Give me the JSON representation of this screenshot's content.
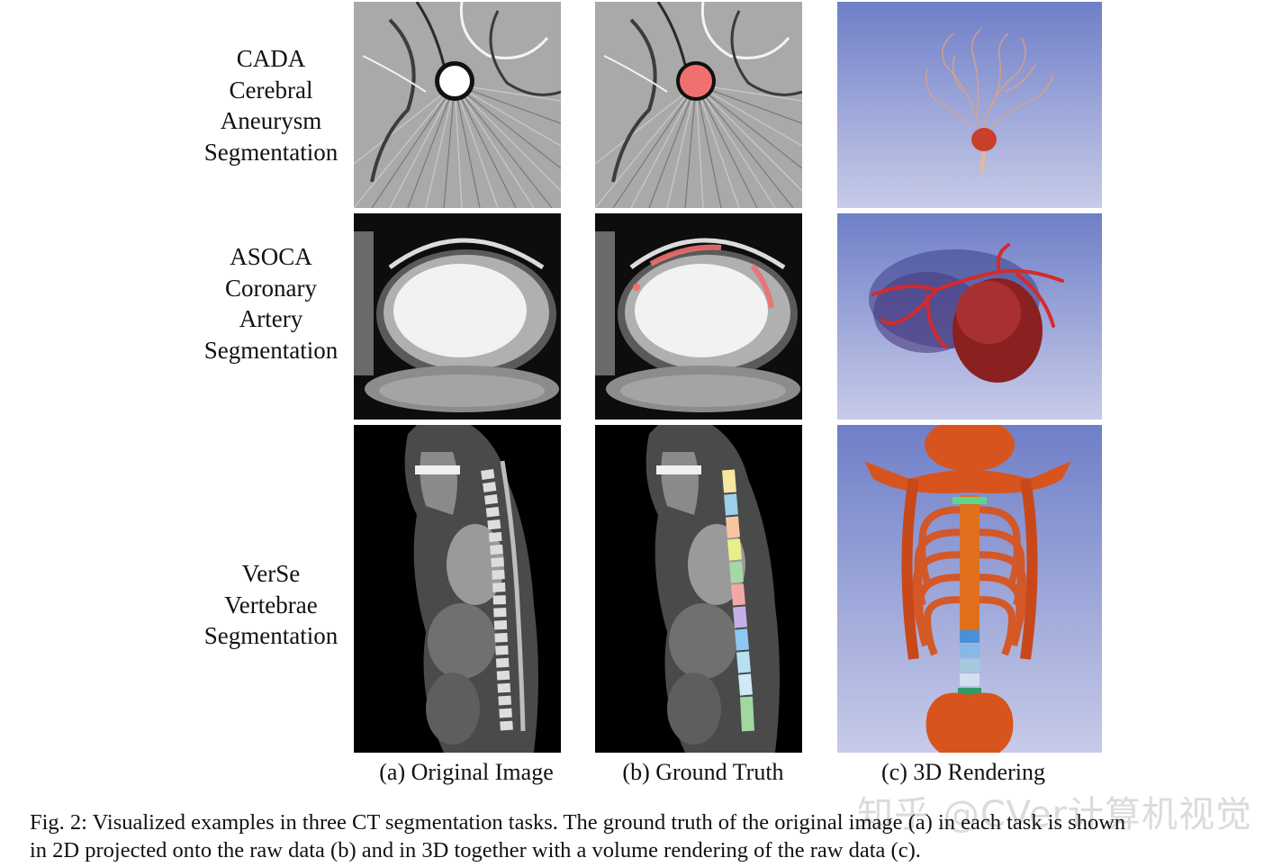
{
  "rows": [
    {
      "label_lines": [
        "CADA",
        "Cerebral",
        "Aneurysm",
        "Segmentation"
      ]
    },
    {
      "label_lines": [
        "ASOCA",
        "Coronary",
        "Artery",
        "Segmentation"
      ]
    },
    {
      "label_lines": [
        "VerSe",
        "Vertebrae",
        "Segmentation"
      ]
    }
  ],
  "columns": [
    {
      "label": "(a) Original Image"
    },
    {
      "label": "(b) Ground Truth"
    },
    {
      "label": "(c) 3D Rendering"
    }
  ],
  "caption": {
    "line1": "Fig. 2: Visualized examples in three CT segmentation tasks. The ground truth of the original image (a) in each task is shown",
    "line2": "in 2D projected onto the raw data (b) and in 3D together with a volume rendering of the raw data (c)."
  },
  "watermark": "知乎 @CVer计算机视觉",
  "colors": {
    "segmentation_overlay": "#f07070",
    "rendering_background": "#7f8ed0",
    "bone_render": "#d8541e"
  }
}
